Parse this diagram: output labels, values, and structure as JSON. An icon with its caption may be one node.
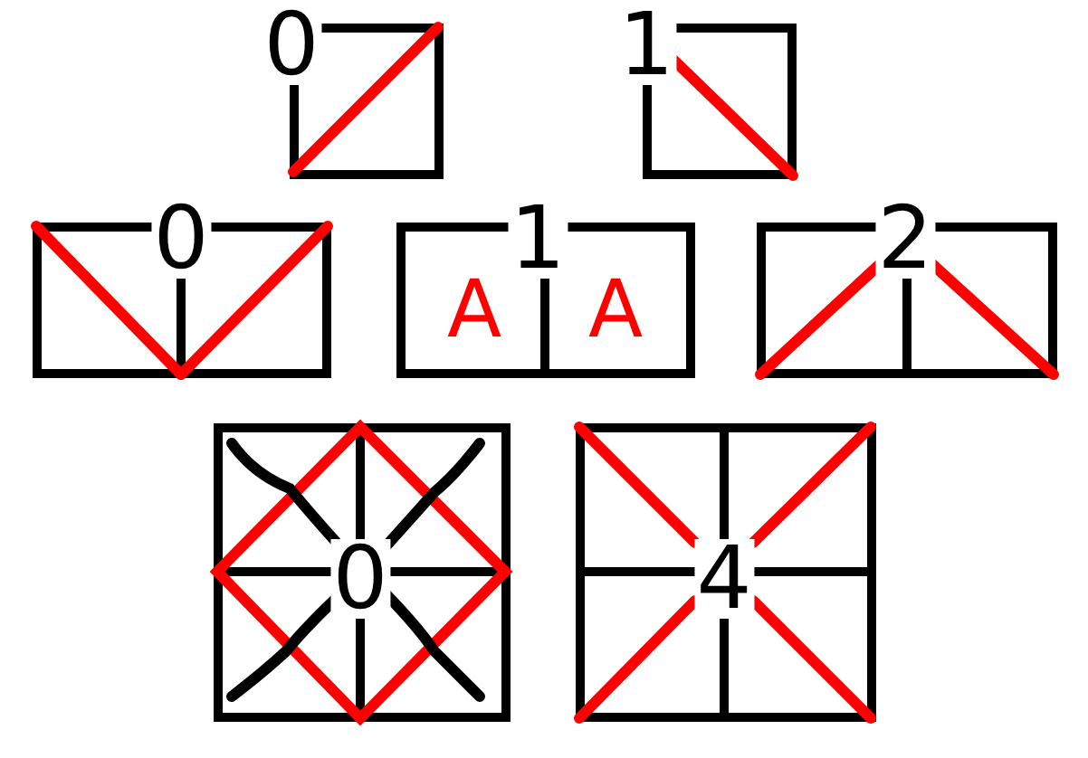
{
  "diagram": {
    "nodes": [
      {
        "text": [
          "0"
        ]
      },
      {
        "text": [
          "1"
        ]
      },
      {
        "text": [
          "0"
        ]
      },
      {
        "text": [
          "1"
        ]
      },
      {
        "text": [
          "2"
        ]
      },
      {
        "text": [
          "0"
        ]
      },
      {
        "text": [
          "4"
        ]
      }
    ],
    "labels": [
      "A",
      "A"
    ]
  }
}
